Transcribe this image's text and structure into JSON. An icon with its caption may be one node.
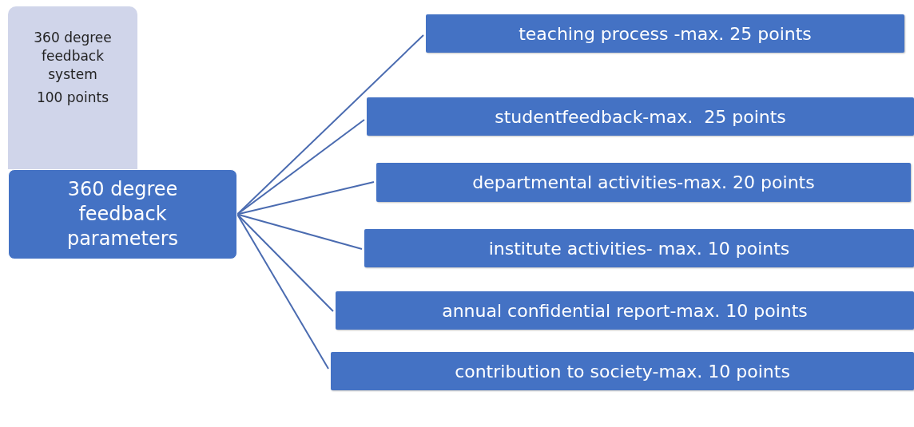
{
  "diagram": {
    "nodes": [
      {
        "text": [
          "360 degree feedback system",
          "100 points"
        ]
      },
      {
        "text": [
          "360 degree feedback parameters"
        ]
      },
      {
        "text": [
          "teaching process -max. 25 points"
        ]
      },
      {
        "text": [
          "studentfeedback-max.  25 points"
        ]
      },
      {
        "text": [
          "departmental activities-max. 20 points"
        ]
      },
      {
        "text": [
          "institute activities- max. 10 points"
        ]
      },
      {
        "text": [
          "annual confidential report-max. 10 points"
        ]
      },
      {
        "text": [
          "contribution to society-max. 10 points"
        ]
      }
    ],
    "edges": [
      {
        "from": 1,
        "to": 2,
        "arrow": "none"
      },
      {
        "from": 1,
        "to": 3,
        "arrow": "none"
      },
      {
        "from": 1,
        "to": 4,
        "arrow": "none"
      },
      {
        "from": 1,
        "to": 5,
        "arrow": "none"
      },
      {
        "from": 1,
        "to": 6,
        "arrow": "none"
      },
      {
        "from": 1,
        "to": 7,
        "arrow": "none"
      }
    ]
  }
}
